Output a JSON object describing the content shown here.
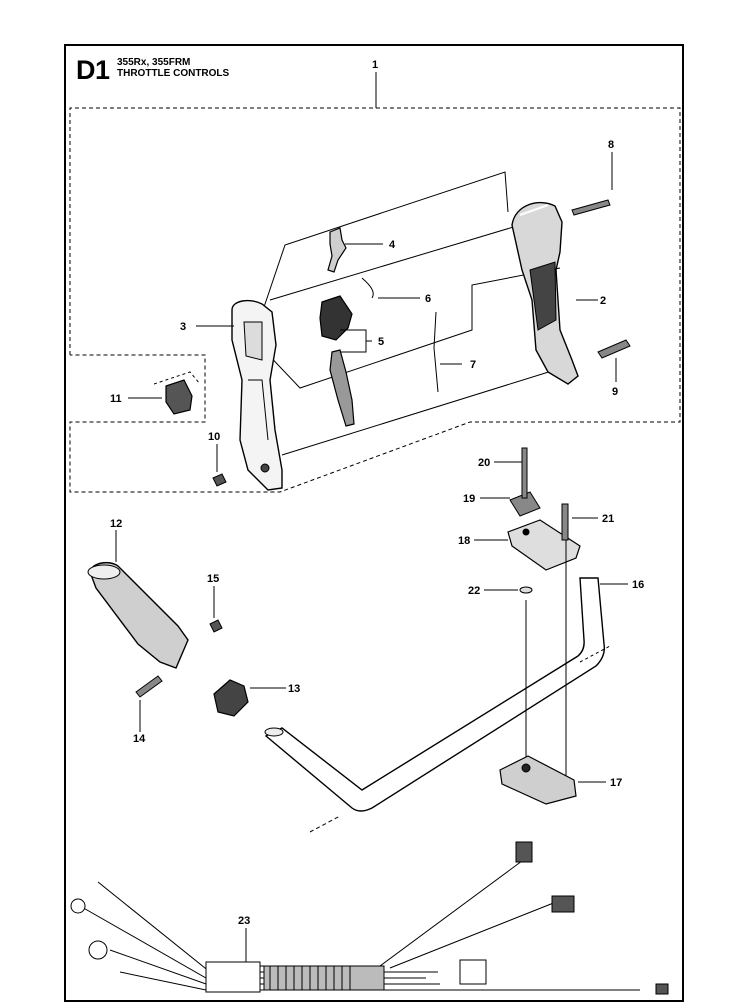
{
  "header": {
    "code": "D1",
    "models": "355Rx, 355FRM",
    "title": "THROTTLE CONTROLS"
  },
  "callouts": [
    "1",
    "2",
    "3",
    "4",
    "5",
    "6",
    "7",
    "8",
    "9",
    "10",
    "11",
    "12",
    "13",
    "14",
    "15",
    "16",
    "17",
    "18",
    "19",
    "20",
    "21",
    "22",
    "23"
  ]
}
